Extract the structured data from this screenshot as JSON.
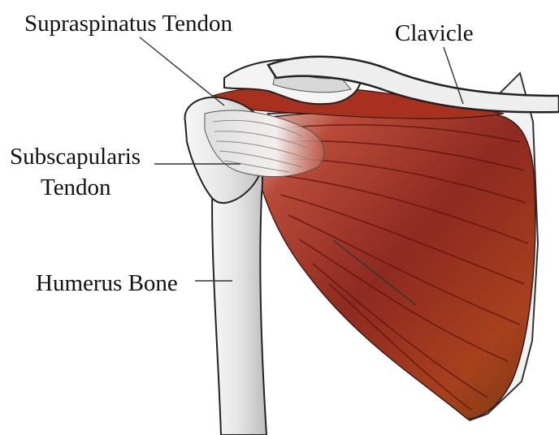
{
  "labels": {
    "supraspinatus": "Supraspinatus Tendon",
    "clavicle": "Clavicle",
    "subscapularis_line1": "Subscapularis",
    "subscapularis_line2": "Tendon",
    "humerus": "Humerus Bone"
  },
  "colors": {
    "muscle_dark": "#6e1a16",
    "muscle_mid": "#a83a2a",
    "muscle_light": "#c95a40",
    "bone": "#eeeeee",
    "bone_shadow": "#bdbdbd",
    "outline": "#222222"
  }
}
